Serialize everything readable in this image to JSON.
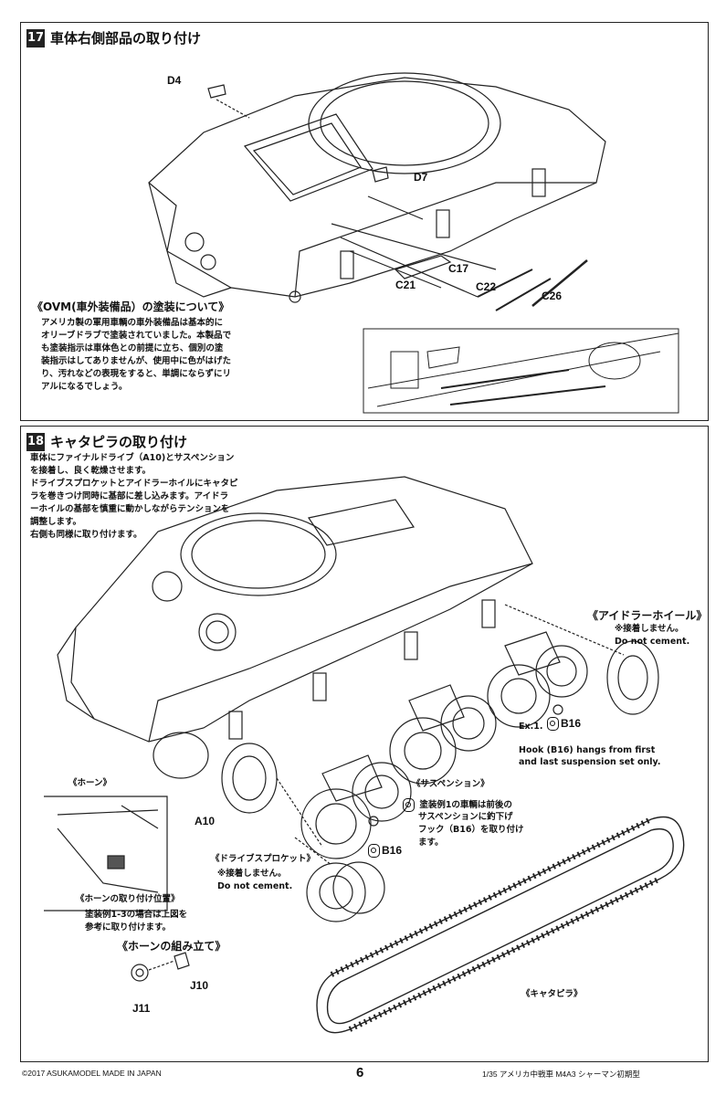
{
  "step17": {
    "number": "17",
    "title": "車体右側部品の取り付け",
    "parts": {
      "d4": "D4",
      "d7": "D7",
      "c17": "C17",
      "c21": "C21",
      "c22": "C22",
      "c26": "C26"
    },
    "ovm_heading": "《OVM(車外装備品）の塗装について》",
    "ovm_lines": [
      "アメリカ製の軍用車輌の車外装備品は基本的に",
      "オリーブドラブで塗装されていました。本製品で",
      "も塗装指示は車体色との前提に立ち、個別の塗",
      "装指示はしてありませんが、使用中に色がはげた",
      "り、汚れなどの表現をすると、単調にならずにリ",
      "アルになるでしょう。"
    ]
  },
  "step18": {
    "number": "18",
    "title": "キャタピラの取り付け",
    "intro_lines": [
      "車体にファイナルドライブ（A10)とサスペンション",
      "を接着し、良く乾燥させます。",
      "ドライブスプロケットとアイドラーホイルにキャタピ",
      "ラを巻きつけ同時に基部に差し込みます。アイドラ",
      "ーホイルの基部を慎重に動かしながらテンションを",
      "調整します。",
      "右側も同様に取り付けます。"
    ],
    "idler": {
      "heading": "《アイドラーホイール》",
      "no_cement_jp": "※接着しません。",
      "no_cement_en": "Do not cement."
    },
    "ex1": {
      "label": "Ex.1.",
      "part": "B16",
      "text_lines": [
        "Hook (B16) hangs from first",
        "and last suspension set only."
      ]
    },
    "suspension_heading": "《サスペンション》",
    "scheme_note": {
      "part": "B16",
      "lines": [
        "塗装例1の車輌は前後の",
        "サスペンションに釣下げ",
        "フック（B16）を取り付け",
        "ます。"
      ]
    },
    "horn_label": "《ホーン》",
    "a10": "A10",
    "b16": "B16",
    "sprocket": {
      "heading": "《ドライブスプロケット》",
      "no_cement_jp": "※接着しません。",
      "no_cement_en": "Do not cement."
    },
    "horn_position": {
      "heading": "《ホーンの取り付け位置》",
      "lines": [
        "塗装例1-3の場合は上図を",
        "参考に取り付けます。"
      ]
    },
    "horn_assembly": {
      "heading": "《ホーンの組み立て》",
      "j10": "J10",
      "j11": "J11"
    },
    "track_label": "《キャタピラ》"
  },
  "footer": {
    "copyright": "©2017  ASUKAMODEL      MADE IN JAPAN",
    "page_number": "6",
    "product": "1/35 アメリカ中戦車 M4A3 シャーマン初期型"
  }
}
